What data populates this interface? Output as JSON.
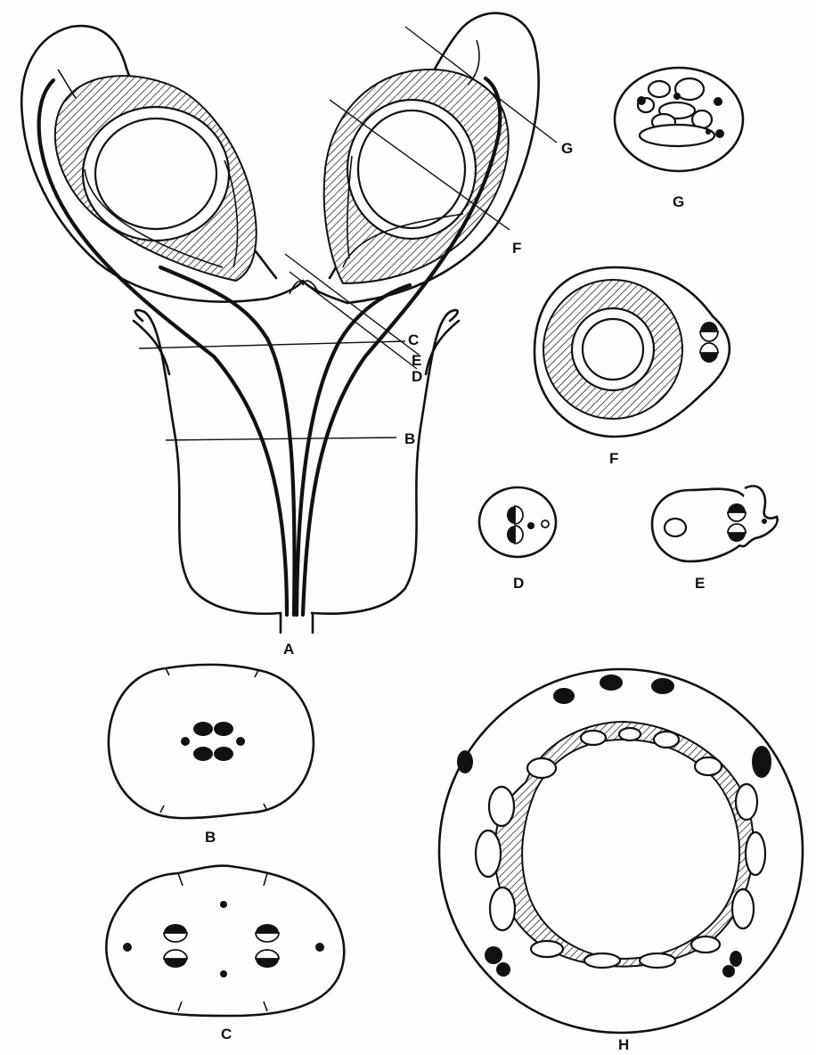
{
  "labels": {
    "A": "A",
    "B": "B",
    "C": "C",
    "D": "D",
    "E": "E",
    "F": "F",
    "G": "G",
    "H": "H"
  },
  "pointer_labels": {
    "G": "G",
    "F": "F",
    "C": "C",
    "E": "E",
    "D": "D",
    "B": "B"
  }
}
